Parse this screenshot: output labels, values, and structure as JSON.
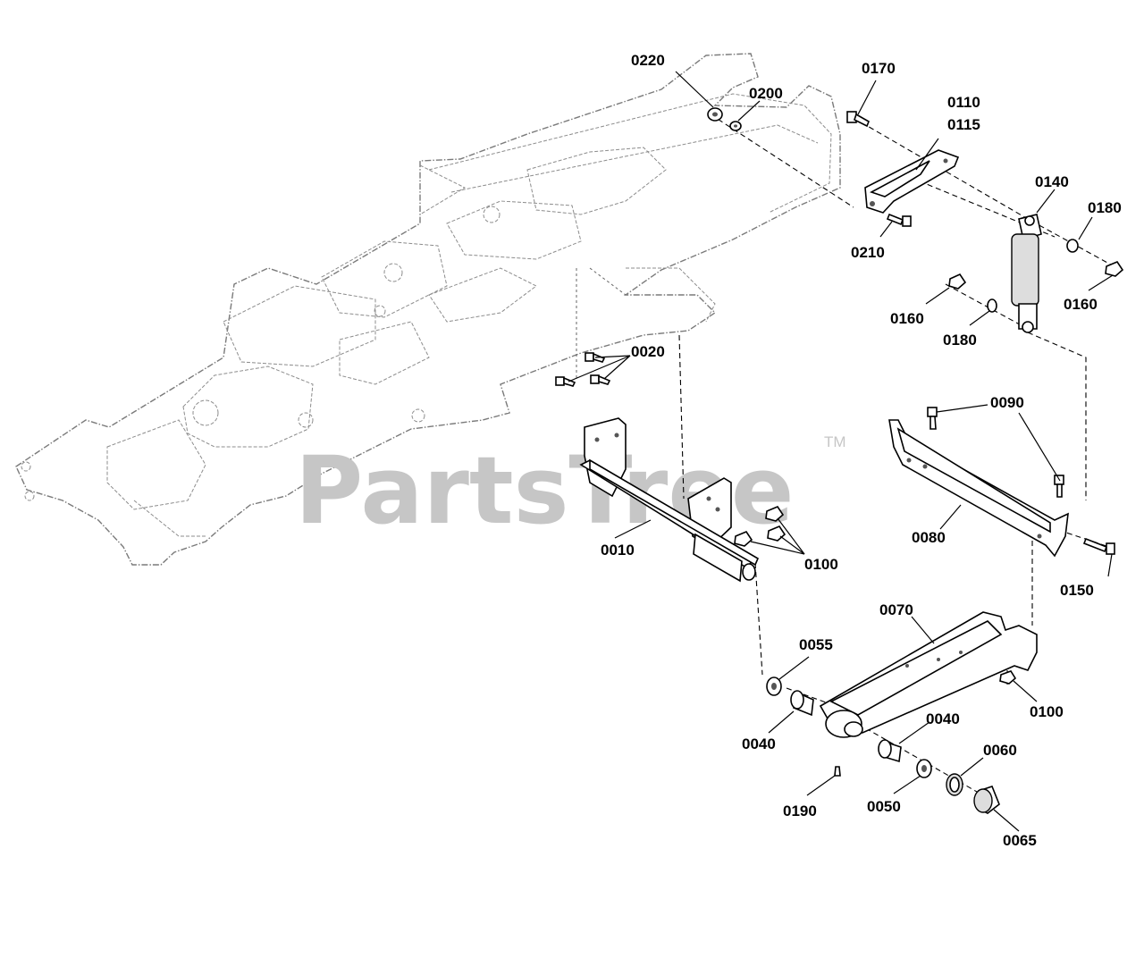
{
  "watermark": {
    "text": "PartsTree",
    "trademark": "TM"
  },
  "callouts": {
    "c0220": "0220",
    "c0200": "0200",
    "c0170": "0170",
    "c0110": "0110",
    "c0115": "0115",
    "c0140": "0140",
    "c0180a": "0180",
    "c0210": "0210",
    "c0160a": "0160",
    "c0160b": "0160",
    "c0180b": "0180",
    "c0020": "0020",
    "c0090": "0090",
    "c0080": "0080",
    "c0010": "0010",
    "c0100a": "0100",
    "c0150": "0150",
    "c0070": "0070",
    "c0055": "0055",
    "c0100b": "0100",
    "c0040a": "0040",
    "c0040b": "0040",
    "c0060": "0060",
    "c0190": "0190",
    "c0050": "0050",
    "c0065": "0065"
  }
}
